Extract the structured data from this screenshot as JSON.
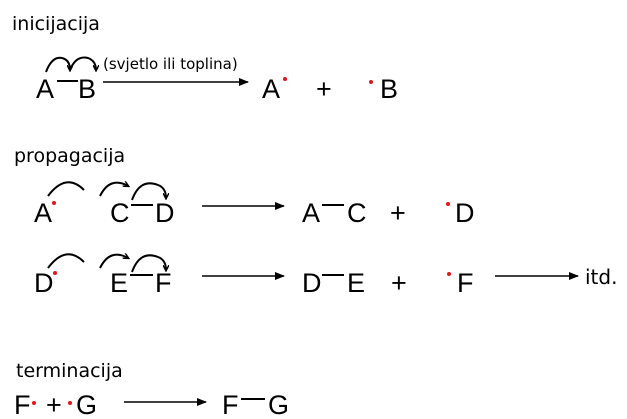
{
  "sections": {
    "initiation": {
      "title": "inicijacija",
      "condition": "(svjetlo ili toplina)",
      "reactant_left": "A",
      "reactant_right": "B",
      "product_left": "A",
      "plus": "+",
      "product_right": "B"
    },
    "propagation": {
      "title": "propagacija",
      "step1": {
        "radical": "A",
        "mol_left": "C",
        "mol_right": "D",
        "prod_left": "A",
        "prod_right": "C",
        "plus": "+",
        "prod_radical": "D"
      },
      "step2": {
        "radical": "D",
        "mol_left": "E",
        "mol_right": "F",
        "prod_left": "D",
        "prod_right": "E",
        "plus": "+",
        "prod_radical": "F",
        "continuation": "itd."
      }
    },
    "termination": {
      "title": "terminacija",
      "radical_left": "F",
      "plus": "+",
      "radical_right": "G",
      "prod_left": "F",
      "prod_right": "G"
    }
  },
  "colors": {
    "radical_dot": "#e8141c",
    "text": "#000000",
    "background": "#ffffff"
  }
}
